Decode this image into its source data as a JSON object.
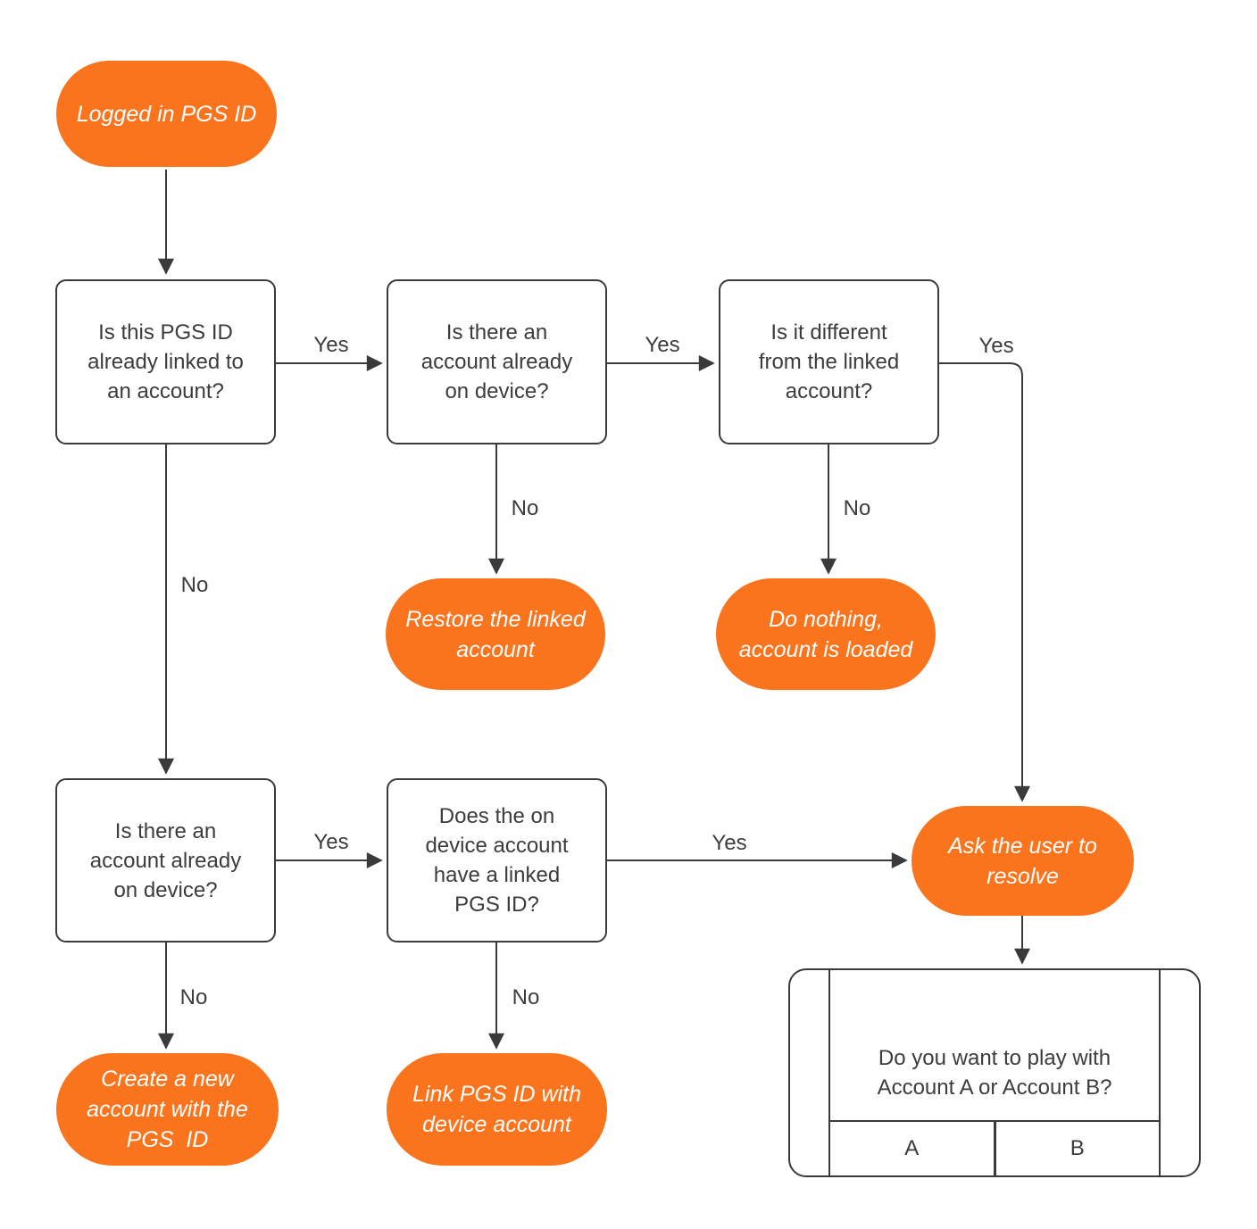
{
  "colors": {
    "accent_orange": "#F9741D",
    "line": "#3A3A3A",
    "box_fill": "#FFFFFF",
    "text_dark": "#3C3C3C",
    "text_light": "#FFFFFF"
  },
  "nodes": {
    "start": {
      "label": "Logged in PGS ID"
    },
    "q_linked": {
      "label": "Is this PGS ID already linked to an account?"
    },
    "q_device_top": {
      "label": "Is there an account already on device?"
    },
    "q_different": {
      "label": "Is it different from the linked account?"
    },
    "restore": {
      "label": "Restore the linked account"
    },
    "do_nothing": {
      "label": "Do nothing, account is loaded"
    },
    "q_device_bottom": {
      "label": "Is there an account already on device?"
    },
    "q_has_pgs": {
      "label": "Does the on device account have a linked PGS ID?"
    },
    "ask_resolve": {
      "label": "Ask the user to resolve"
    },
    "create_new": {
      "label": "Create a new account with the PGS  ID"
    },
    "link_pgs": {
      "label": "Link PGS ID with device account"
    }
  },
  "edge_labels": {
    "yes_linked_to_device": "Yes",
    "yes_device_to_different": "Yes",
    "yes_different_to_ask": "Yes",
    "yes_device2_to_haspgs": "Yes",
    "yes_haspgs_to_ask": "Yes",
    "no_device_to_restore": "No",
    "no_different_to_nothing": "No",
    "no_linked_to_device2": "No",
    "no_device2_to_create": "No",
    "no_haspgs_to_link": "No"
  },
  "dialog": {
    "message": "Do you want to play with Account A or Account B?",
    "button_a": "A",
    "button_b": "B"
  }
}
